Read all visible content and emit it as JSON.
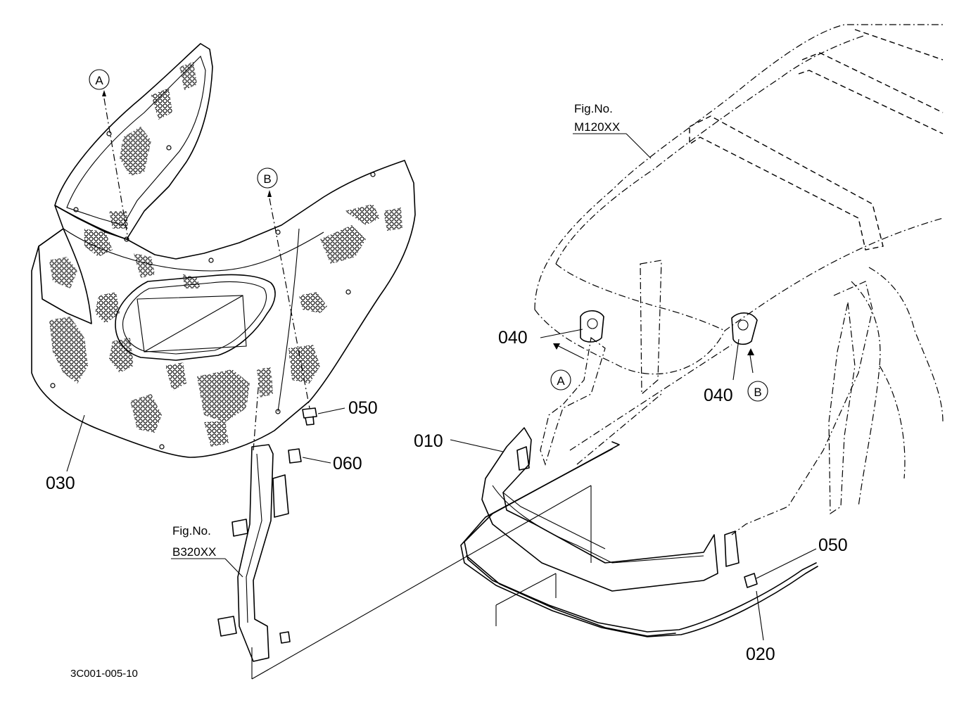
{
  "parts": {
    "p010": "010",
    "p020": "020",
    "p030": "030",
    "p040_left": "040",
    "p040_right": "040",
    "p050_left": "050",
    "p050_right": "050",
    "p060": "060"
  },
  "callouts": {
    "a_top": "A",
    "b_top": "B",
    "a_bottom": "A",
    "b_bottom": "B"
  },
  "fig_refs": {
    "m120": {
      "label": "Fig.No.",
      "number": "M120XX"
    },
    "b320": {
      "label": "Fig.No.",
      "number": "B320XX"
    }
  },
  "drawing_code": "3C001-005-10"
}
